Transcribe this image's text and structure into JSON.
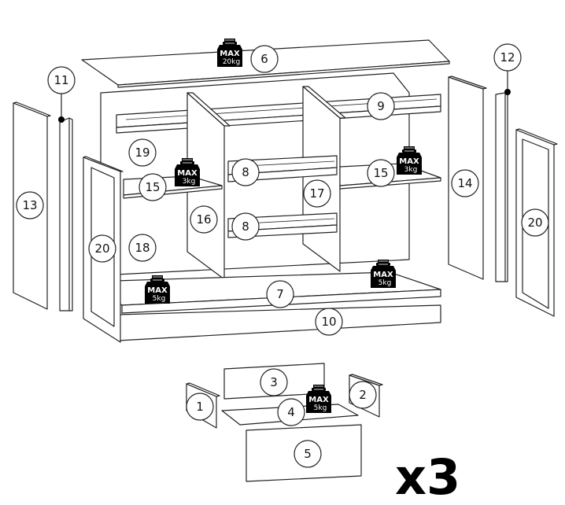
{
  "diagram": {
    "parts": [
      {
        "id": "1",
        "label": "1"
      },
      {
        "id": "2",
        "label": "2"
      },
      {
        "id": "3",
        "label": "3"
      },
      {
        "id": "4",
        "label": "4"
      },
      {
        "id": "5",
        "label": "5"
      },
      {
        "id": "6",
        "label": "6"
      },
      {
        "id": "7",
        "label": "7"
      },
      {
        "id": "8a",
        "label": "8"
      },
      {
        "id": "8b",
        "label": "8"
      },
      {
        "id": "9",
        "label": "9"
      },
      {
        "id": "10",
        "label": "10"
      },
      {
        "id": "11",
        "label": "11"
      },
      {
        "id": "12",
        "label": "12"
      },
      {
        "id": "13",
        "label": "13"
      },
      {
        "id": "14",
        "label": "14"
      },
      {
        "id": "15a",
        "label": "15"
      },
      {
        "id": "15b",
        "label": "15"
      },
      {
        "id": "16",
        "label": "16"
      },
      {
        "id": "17",
        "label": "17"
      },
      {
        "id": "18",
        "label": "18"
      },
      {
        "id": "19",
        "label": "19"
      },
      {
        "id": "20a",
        "label": "20"
      },
      {
        "id": "20b",
        "label": "20"
      }
    ],
    "weights": [
      {
        "id": "w-top",
        "max": "MAX",
        "load": "20kg"
      },
      {
        "id": "w-shelf-left",
        "max": "MAX",
        "load": "3kg"
      },
      {
        "id": "w-shelf-right",
        "max": "MAX",
        "load": "3kg"
      },
      {
        "id": "w-bottom-left",
        "max": "MAX",
        "load": "5kg"
      },
      {
        "id": "w-bottom-right",
        "max": "MAX",
        "load": "5kg"
      },
      {
        "id": "w-drawer",
        "max": "MAX",
        "load": "5kg"
      }
    ],
    "multiplier": "x3"
  }
}
